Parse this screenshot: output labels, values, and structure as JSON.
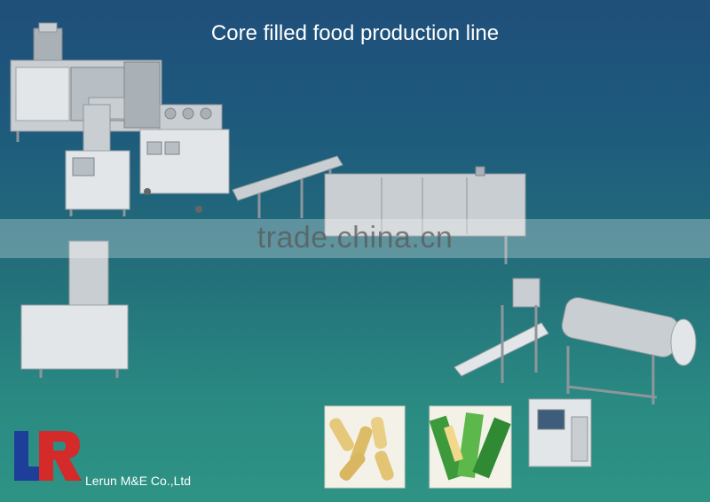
{
  "title": "Core filled food production line",
  "watermark": "trade.china.cn",
  "logo": {
    "letters": "LR",
    "colors": {
      "l": "#1d3f9a",
      "r": "#d42a2a"
    }
  },
  "company": "Lerun M&E Co.,Ltd"
}
